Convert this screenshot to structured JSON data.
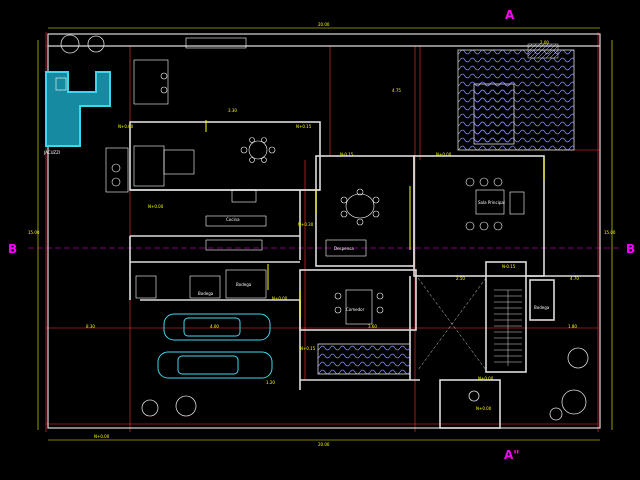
{
  "colors": {
    "background": "#000000",
    "wall": "#dcdcdc",
    "outline": "#ffffff",
    "dimension": "#ffff00",
    "axis": "#ff3030",
    "section": "#ff00ff",
    "pool": "#3fd7ee",
    "furniture": "#ffffff",
    "cars": "#3fd7ee",
    "trees": "#dcdcdc",
    "paving": "#7b7bff"
  },
  "section_marks": {
    "top": "A",
    "bottom": "A\"",
    "left": "B",
    "right": "B"
  },
  "rooms": {
    "comedor": "Comedor",
    "despensa": "Despensa",
    "sala": "Sala Principal",
    "cocina": "Cocina",
    "bodega_1": "Bodega",
    "bodega_2": "Bodega",
    "bodega_3": "Bodega",
    "jacuzzi": "JACUZZI"
  },
  "dimensions": {
    "total_top": "20.00",
    "total_bottom": "20.00",
    "left_total": "15.00",
    "right_total": "15.00",
    "d1": "4.75",
    "d2": "3.30",
    "d3": "8.30",
    "d4": "4.00",
    "d5": "3.60",
    "d6": "1.80",
    "d7": "4.70",
    "d8": "2.50",
    "d9": "1.20",
    "d10": "2.00"
  },
  "levels": {
    "n1": "N+0.00",
    "n2": "N+0.15",
    "n3": "N-0.15",
    "n4": "N+0.00",
    "n5": "N+0.00",
    "n6": "N+0.30",
    "n7": "N-0.15",
    "n8": "N+0.00",
    "n9": "N+0.15",
    "n10": "N+0.00",
    "n11": "N+0.00",
    "n12": "N+0.00"
  }
}
